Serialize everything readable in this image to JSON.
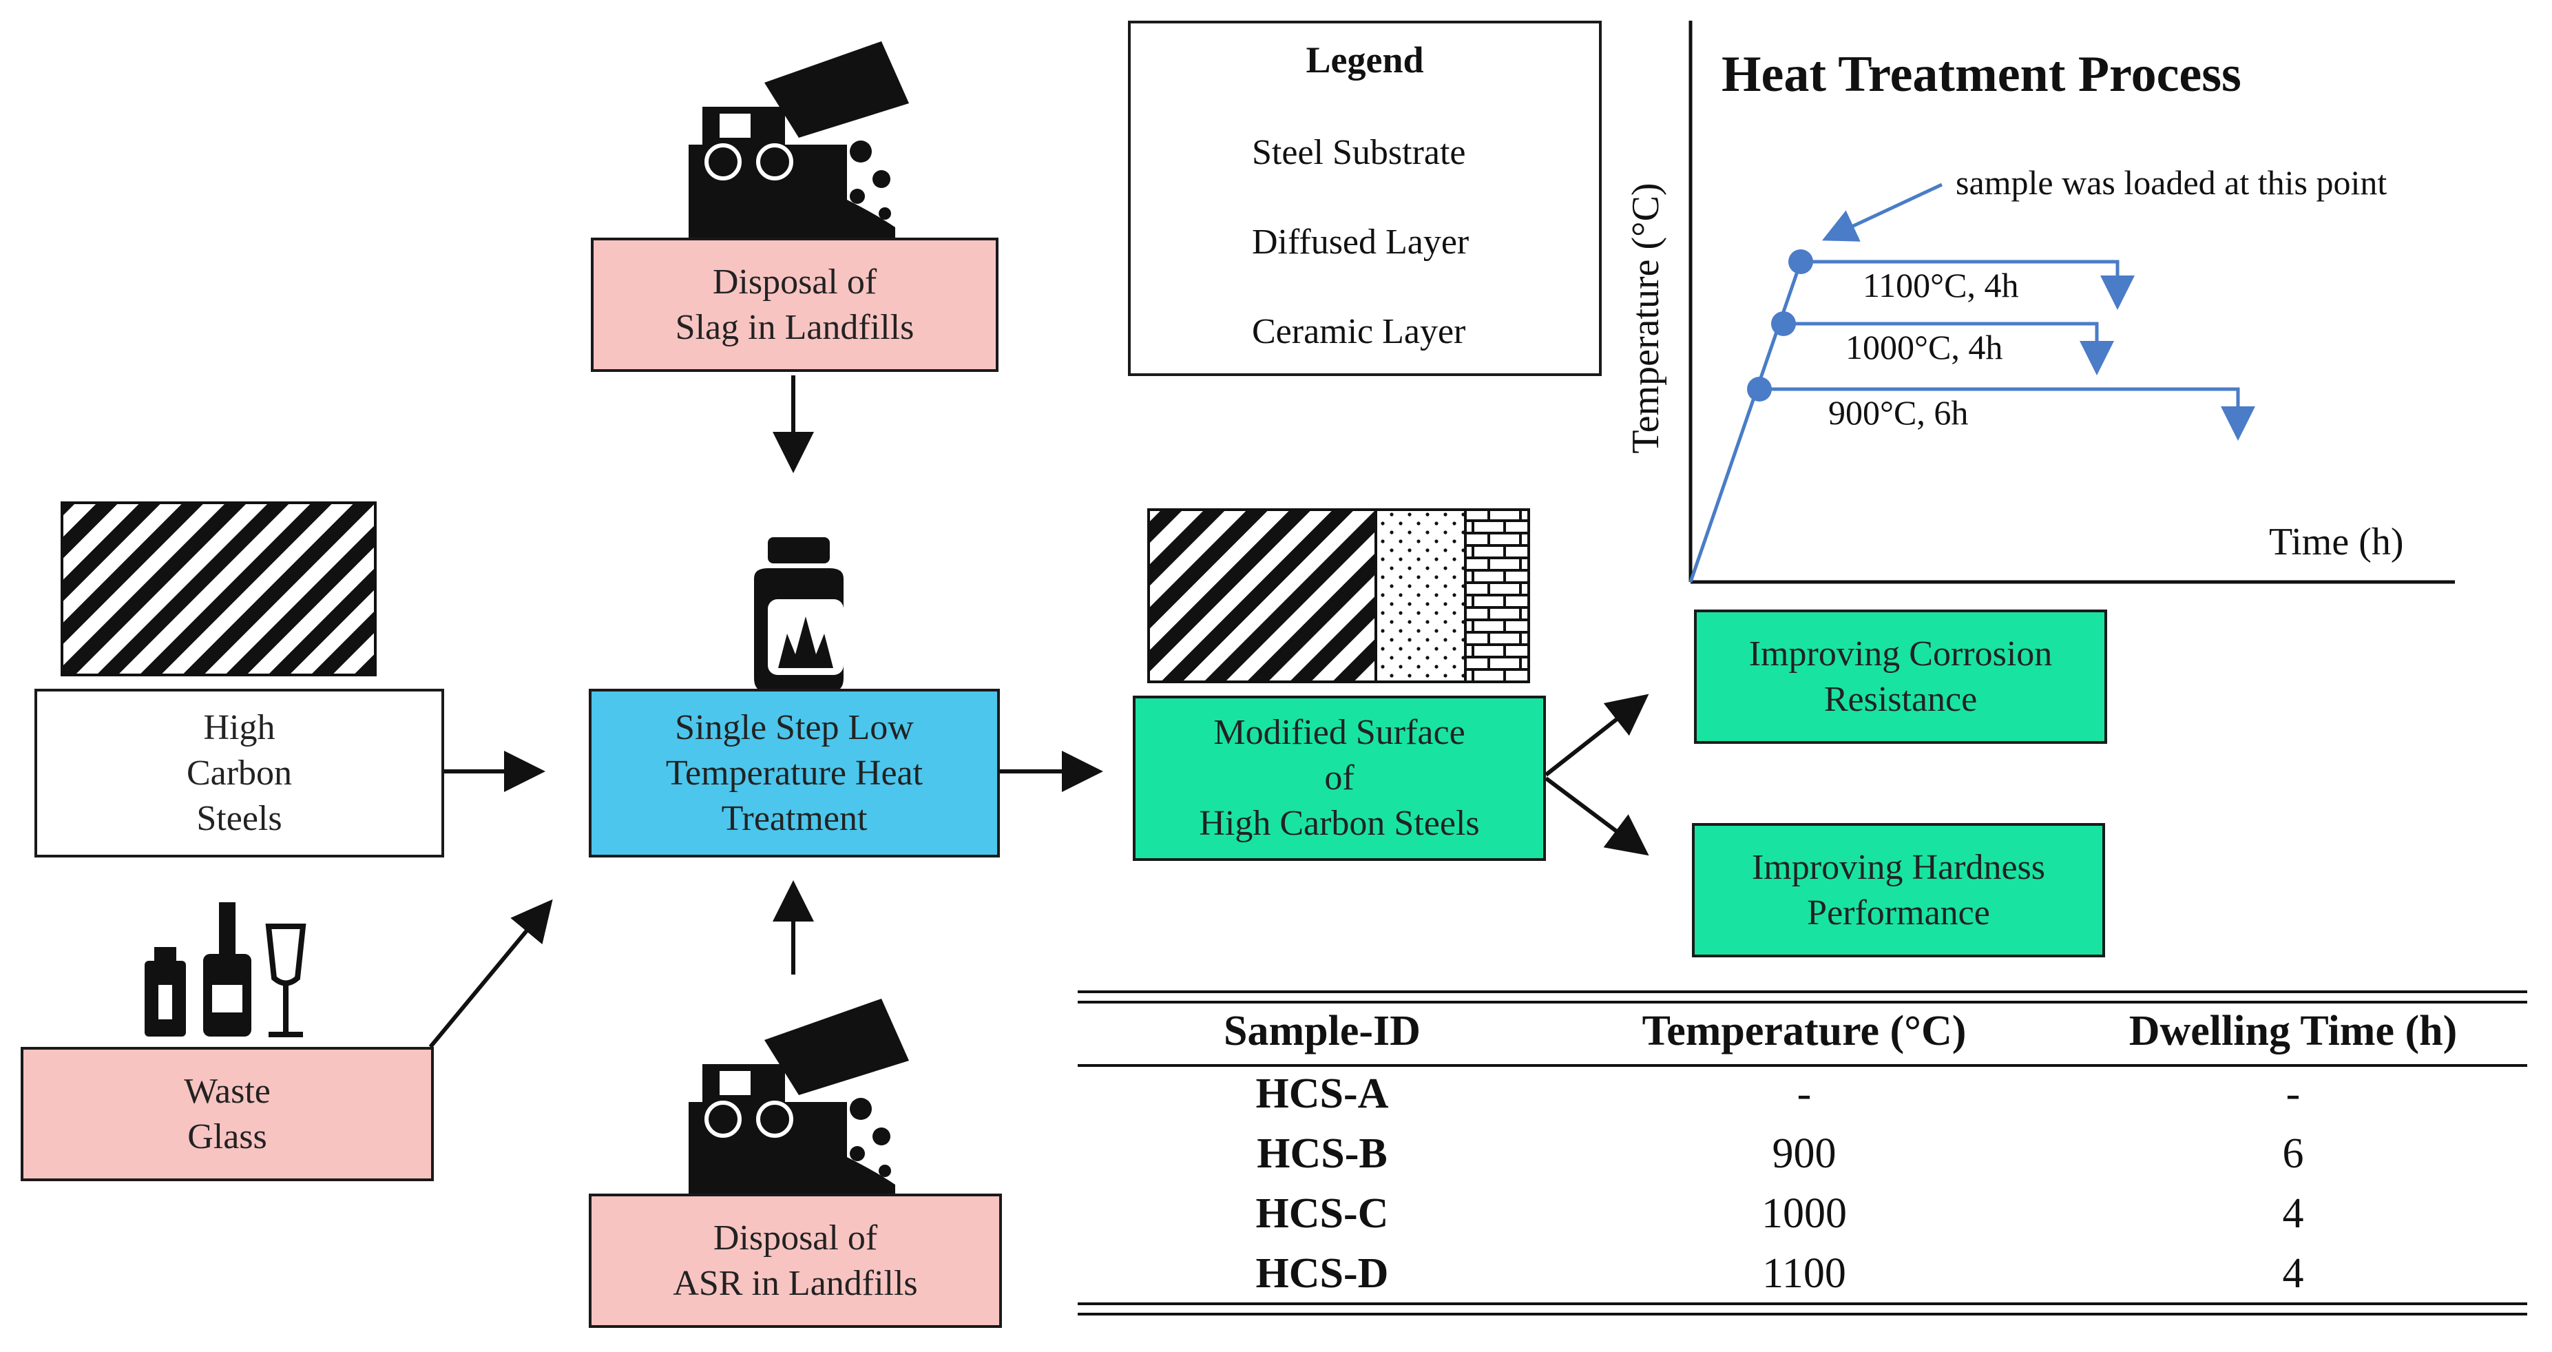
{
  "flow": {
    "slag_box": "Disposal of\nSlag in Landfills",
    "hcs_box": "High\nCarbon\nSteels",
    "heat_box": "Single Step Low\nTemperature Heat\nTreatment",
    "modified_box": "Modified Surface\nof\nHigh Carbon Steels",
    "corrosion_box": "Improving Corrosion\nResistance",
    "hardness_box": "Improving Hardness\nPerformance",
    "glass_box": "Waste\nGlass",
    "asr_box": "Disposal of\nASR in Landfills"
  },
  "legend": {
    "title": "Legend",
    "items": [
      {
        "label": "Steel Substrate",
        "pattern": "diagonal-hatch"
      },
      {
        "label": "Diffused Layer",
        "pattern": "dots"
      },
      {
        "label": "Ceramic Layer",
        "pattern": "brick"
      }
    ]
  },
  "process_chart": {
    "title": "Heat Treatment Process",
    "ylabel": "Temperature (°C)",
    "xlabel": "Time (h)",
    "annotation": "sample was loaded at this point",
    "curves": [
      {
        "label": "1100°C, 4h"
      },
      {
        "label": "1000°C, 4h"
      },
      {
        "label": "900°C, 6h"
      }
    ]
  },
  "table": {
    "headers": [
      "Sample-ID",
      "Temperature (°C)",
      "Dwelling Time (h)"
    ],
    "rows": [
      [
        "HCS-A",
        "-",
        "-"
      ],
      [
        "HCS-B",
        "900",
        "6"
      ],
      [
        "HCS-C",
        "1000",
        "4"
      ],
      [
        "HCS-D",
        "1100",
        "4"
      ]
    ]
  },
  "colors": {
    "pink": "#f7c4c2",
    "blue": "#4cc6ec",
    "green": "#19e3a0",
    "curve": "#4a7cc7"
  },
  "icons": [
    "dump-truck-landfill-icon",
    "furnace-bottle-icon",
    "glass-bottles-icon"
  ]
}
